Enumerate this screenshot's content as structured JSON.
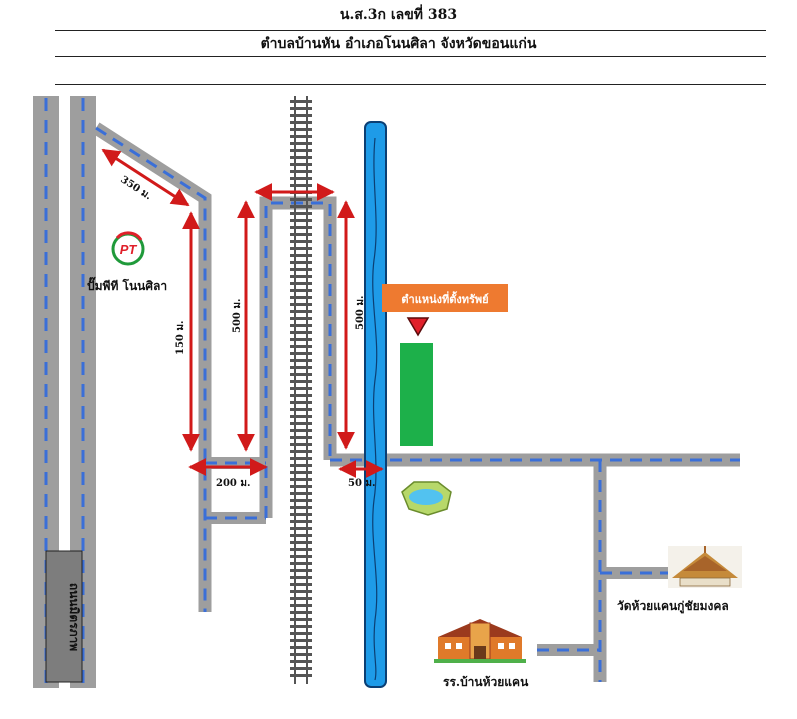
{
  "header": {
    "title": "น.ส.3ก เลขที่ 383",
    "subtitle": "ตำบลบ้านหัน อำเภอโนนศิลา จังหวัดขอนแก่น"
  },
  "distances": {
    "d350": "350 ม.",
    "d150": "150 ม.",
    "d500a": "500 ม.",
    "d500b": "500 ม.",
    "d200": "200 ม.",
    "d50": "50 ม."
  },
  "places": {
    "gas_station": "ปั๊มพีที โนนศิลา",
    "gas_logo": "PT",
    "property_label": "ตำแหน่งที่ตั้งทรัพย์",
    "temple": "วัดห้วยแคนกู่ชัยมงคล",
    "school": "รร.บ้านห้วยแคน",
    "highway": "ถนนมิตรภาพ"
  },
  "colors": {
    "road": "#9e9e9e",
    "road_dash": "#3a6fd8",
    "river": "#1e9be8",
    "measure": "#d11a1a",
    "property_box": "#ee7a30",
    "plot": "#1db04a",
    "marker": "#e0202a"
  }
}
